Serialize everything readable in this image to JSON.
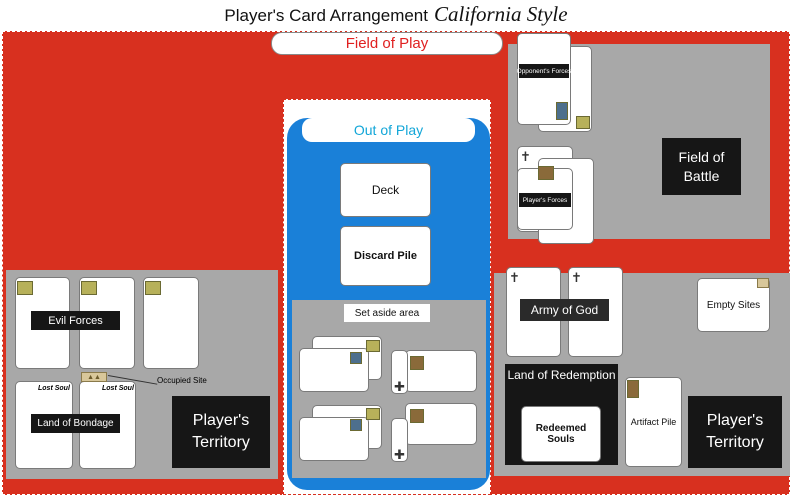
{
  "title": {
    "main": "Player's Card Arrangement",
    "style": "California Style"
  },
  "field_of_play": "Field of Play",
  "out_of_play": {
    "title": "Out of Play",
    "deck": "Deck",
    "discard": "Discard Pile",
    "set_aside": "Set aside area"
  },
  "battle": {
    "opponents_forces": "Opponent's Forces",
    "players_forces": "Player's Forces",
    "field_of_battle": "Field of Battle"
  },
  "left_territory": {
    "evil_forces": "Evil Forces",
    "lost_soul_1": "Lost Soul",
    "lost_soul_2": "Lost Soul",
    "occupied_site": "Occupied Site",
    "land_of_bondage": "Land of Bondage",
    "players_territory": "Player's Territory"
  },
  "right_territory": {
    "army_of_god": "Army of God",
    "empty_sites": "Empty Sites",
    "land_of_redemption": "Land of Redemption",
    "redeemed_souls": "Redeemed Souls",
    "artifact_pile": "Artifact Pile",
    "players_territory": "Player's Territory"
  },
  "colors": {
    "field": "#d8301f",
    "out_of_play": "#1a80d8",
    "zone": "#a8a8a8"
  }
}
